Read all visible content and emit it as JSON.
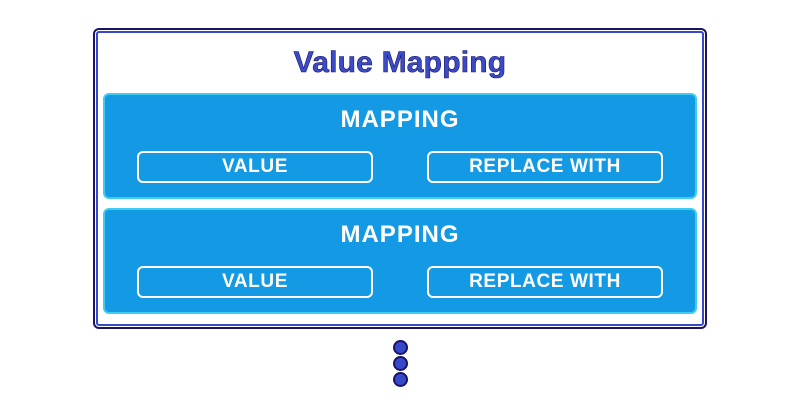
{
  "diagram": {
    "title": "Value Mapping",
    "mappings": [
      {
        "label": "MAPPING",
        "value_label": "VALUE",
        "replace_label": "REPLACE WITH"
      },
      {
        "label": "MAPPING",
        "value_label": "VALUE",
        "replace_label": "REPLACE WITH"
      }
    ],
    "ellipsis": {
      "dot_count": 3
    },
    "colors": {
      "outline_navy": "#1B1464",
      "outline_royal": "#3549C9",
      "title_blue": "#3B4BC8",
      "card_blue": "#149AE4",
      "card_border_cyan": "#40CDF4",
      "field_border_white": "#FFFFFF",
      "text_white": "#FFFFFF",
      "background": "#FFFFFF"
    }
  }
}
